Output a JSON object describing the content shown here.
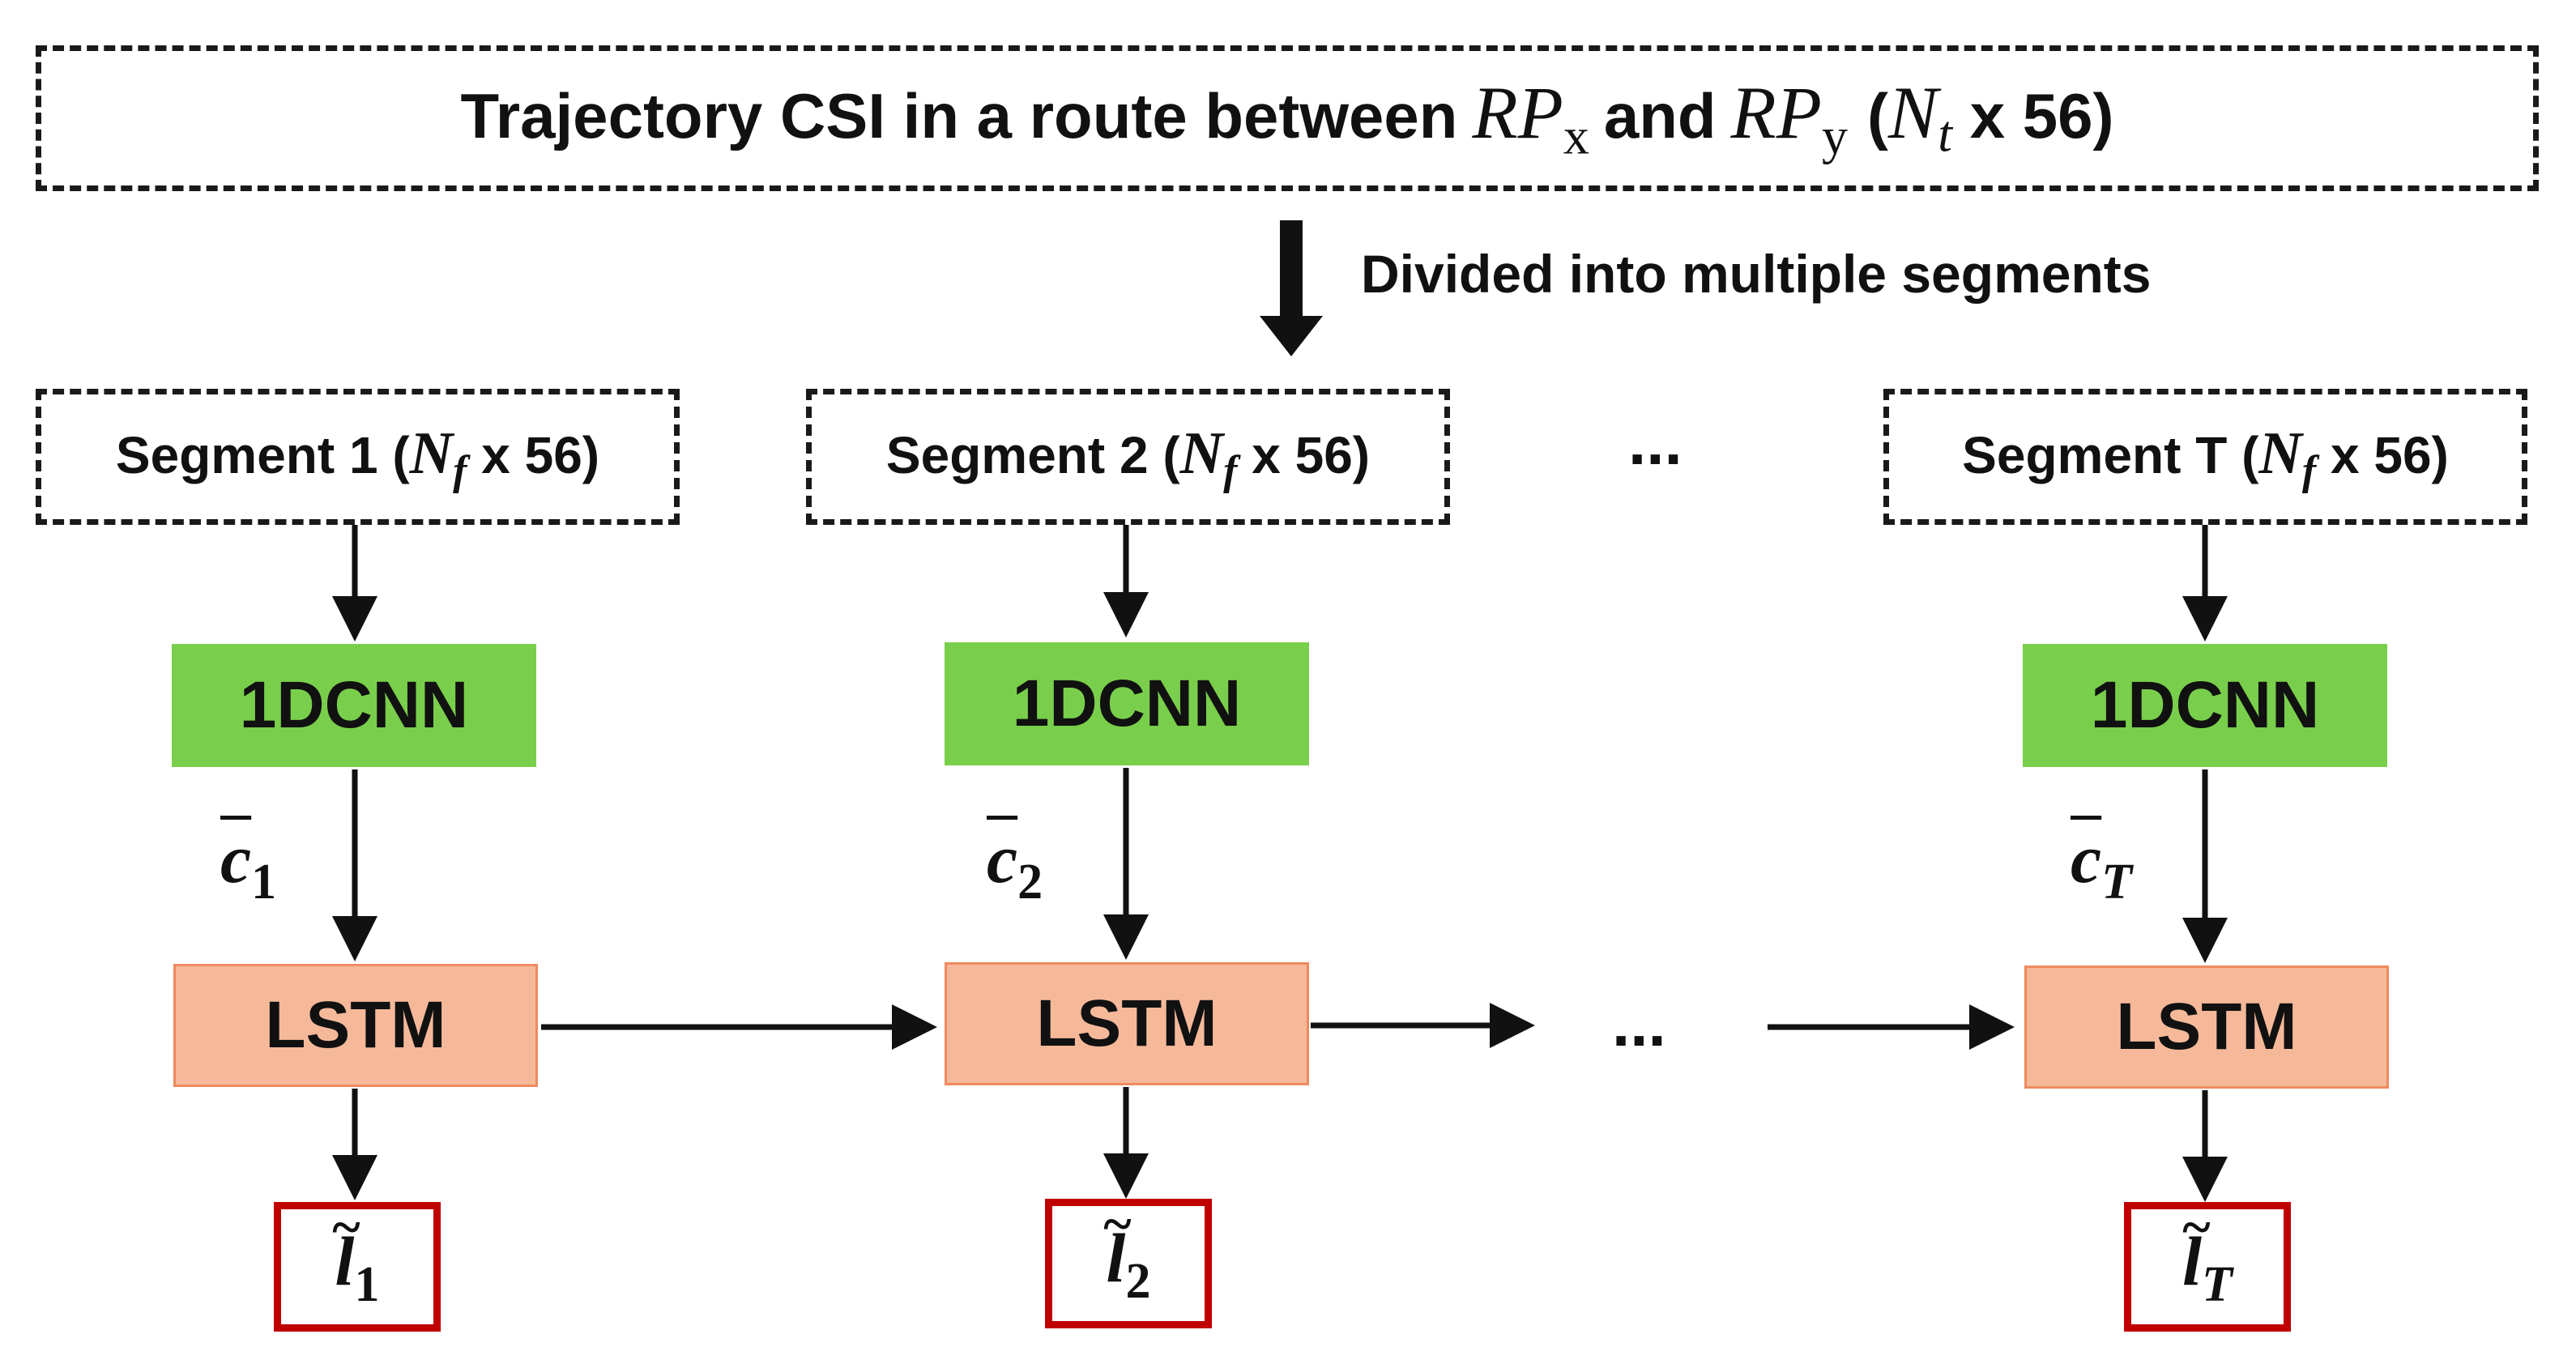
{
  "header": {
    "text_pre": "Trajectory CSI in a route between",
    "rp": "RP",
    "x_sub": "x",
    "and": "and",
    "y_sub": "y",
    "paren_open": "(",
    "nt": "N",
    "nt_sub": "t",
    "dims": "x 56)"
  },
  "divide_label": "Divided into multiple segments",
  "segments": [
    {
      "label": "Segment 1 (",
      "nf": "N",
      "nf_sub": "f",
      "dims": "x 56)"
    },
    {
      "label": "Segment 2 (",
      "nf": "N",
      "nf_sub": "f",
      "dims": "x 56)"
    },
    {
      "label": "Segment T (",
      "nf": "N",
      "nf_sub": "f",
      "dims": "x 56)"
    }
  ],
  "ellipsis": "...",
  "cnn_label": "1DCNN",
  "lstm_label": "LSTM",
  "features": [
    {
      "sym": "c",
      "sub": "1"
    },
    {
      "sym": "c",
      "sub": "2"
    },
    {
      "sym": "c",
      "sub": "T"
    }
  ],
  "outputs": [
    {
      "sym": "l",
      "sub": "1"
    },
    {
      "sym": "l",
      "sub": "2"
    },
    {
      "sym": "l",
      "sub": "T"
    }
  ],
  "colors": {
    "cnn": "#79cf4b",
    "lstm": "#f5b99a",
    "lstm_border": "#f08a5e",
    "output_border": "#c00000"
  }
}
